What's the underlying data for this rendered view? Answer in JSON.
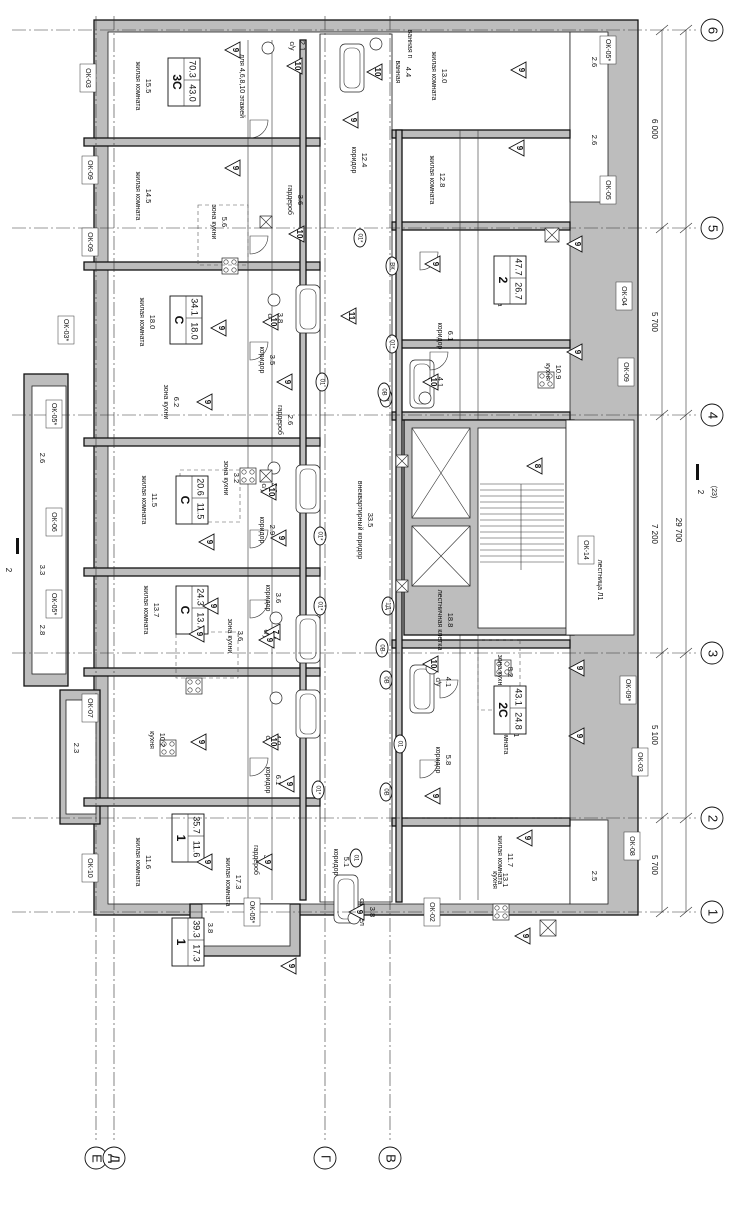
{
  "axes_numeric": [
    "1",
    "2",
    "3",
    "4",
    "5",
    "6"
  ],
  "axes_letter": [
    "Е",
    "Д",
    "Г",
    "В"
  ],
  "dims_bottom": [
    "5 700",
    "5 100",
    "7 200",
    "5 700",
    "6 000"
  ],
  "dim_total": "29 700",
  "section_mark": {
    "label": "2",
    "sheet": "(23)"
  },
  "section_mark_left": "2",
  "windows": [
    "ОК-03",
    "ОК-09",
    "ОК-09",
    "ОК-03*",
    "ОК-05*",
    "ОК-06",
    "ОК-05*",
    "ОК-07",
    "ОК-10",
    "ОК-05*",
    "ОК-02",
    "ОК-05*",
    "ОК-05",
    "ОК-04",
    "ОК-09",
    "ОК-14",
    "ОК-09*",
    "ОК-03",
    "ОК-08"
  ],
  "balcony_dims": [
    "2.6",
    "3.3",
    "2.8",
    "2.3",
    "3.8",
    "2.6",
    "2.6",
    "2.5"
  ],
  "rooms": [
    {
      "name": "жилая комната",
      "area": "15.5"
    },
    {
      "name": "жилая комната",
      "area": "14.5"
    },
    {
      "name": "зона кухни",
      "area": "5.6"
    },
    {
      "name": "гардероб",
      "area": "3.6"
    },
    {
      "name": "для 4,6,8,10 этажей",
      "area": ""
    },
    {
      "name": "с/у",
      "area": "2.1"
    },
    {
      "name": "ванная",
      "area": "4.4"
    },
    {
      "name": "ванная п",
      "area": ""
    },
    {
      "name": "коридор",
      "area": "12.4"
    },
    {
      "name": "жилая комната",
      "area": "13.0"
    },
    {
      "name": "жилая комната",
      "area": "12.8"
    },
    {
      "name": "жилая комната",
      "area": "18.0"
    },
    {
      "name": "с/у",
      "area": "3.8"
    },
    {
      "name": "коридор",
      "area": "3.5"
    },
    {
      "name": "зона кухни",
      "area": "6.2"
    },
    {
      "name": "гардероб",
      "area": "2.6"
    },
    {
      "name": "жилая комната",
      "area": "13.9"
    },
    {
      "name": "коридор",
      "area": "6.1"
    },
    {
      "name": "с/у",
      "area": "4.1"
    },
    {
      "name": "кухня",
      "area": "10.9"
    },
    {
      "name": "жилая комната",
      "area": "11.5"
    },
    {
      "name": "зона кухни",
      "area": "3.2"
    },
    {
      "name": "с/у",
      "area": "3.0"
    },
    {
      "name": "коридор",
      "area": "2.9"
    },
    {
      "name": "внеквартирный коридор",
      "area": "33.5"
    },
    {
      "name": "жилая комната",
      "area": "13.7"
    },
    {
      "name": "зона кухни",
      "area": "3.6"
    },
    {
      "name": "с/у",
      "area": "3.4"
    },
    {
      "name": "коридор",
      "area": "3.6"
    },
    {
      "name": "лестничная клетка",
      "area": "18.8"
    },
    {
      "name": "лестница Л1",
      "area": ""
    },
    {
      "name": "кухня",
      "area": "10.2"
    },
    {
      "name": "с/у",
      "area": "4.0"
    },
    {
      "name": "коридор",
      "area": "6.1"
    },
    {
      "name": "с/у",
      "area": "4.1"
    },
    {
      "name": "зона кухни",
      "area": "8.2"
    },
    {
      "name": "коридор",
      "area": "5.8"
    },
    {
      "name": "жилая комната",
      "area": "13.1"
    },
    {
      "name": "жилая комната",
      "area": "11.6"
    },
    {
      "name": "гардероб",
      "area": "3.8"
    },
    {
      "name": "коридор",
      "area": "5.1"
    },
    {
      "name": "жилая комната",
      "area": "11.7"
    },
    {
      "name": "жилая комната",
      "area": "17.3"
    },
    {
      "name": "сан.узел",
      "area": "3.8"
    },
    {
      "name": "кухня",
      "area": "13.1"
    }
  ],
  "apartments": [
    {
      "type": "3С",
      "living": "43.0",
      "total": "70.3"
    },
    {
      "type": "С",
      "living": "18.0",
      "total": "34.1"
    },
    {
      "type": "2",
      "living": "26.7",
      "total": "47.7"
    },
    {
      "type": "С",
      "living": "11.5",
      "total": "20.6"
    },
    {
      "type": "С",
      "living": "13.7",
      "total": "24.3"
    },
    {
      "type": "2С",
      "living": "24.8",
      "total": "43.1"
    },
    {
      "type": "1",
      "living": "11.6",
      "total": "35.7"
    },
    {
      "type": "1",
      "living": "17.3",
      "total": "39.3"
    }
  ],
  "tags": [
    "9",
    "10",
    "11",
    "8",
    "7",
    "01",
    "01*",
    "0В",
    "ВК",
    "1Д"
  ]
}
